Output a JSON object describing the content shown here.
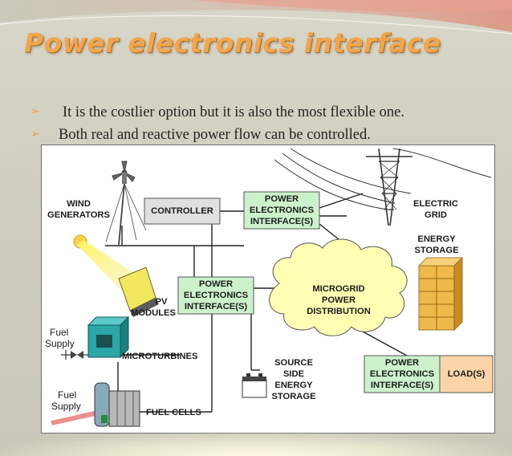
{
  "slide": {
    "title": "Power electronics interface",
    "bullets": [
      "It is the costlier option but it is also the most flexible one.",
      "Both real and reactive power flow can be controlled."
    ]
  },
  "diagram": {
    "wind_generators": [
      "WIND",
      "GENERATORS"
    ],
    "controller": "CONTROLLER",
    "pe_interface_top": [
      "POWER",
      "ELECTRONICS",
      "INTERFACE(S)"
    ],
    "electric_grid": [
      "ELECTRIC",
      "GRID"
    ],
    "energy_storage": [
      "ENERGY",
      "STORAGE"
    ],
    "pv_modules": [
      "PV",
      "MODULES"
    ],
    "pe_interface_mid": [
      "POWER",
      "ELECTRONICS",
      "INTERFACE(S)"
    ],
    "microgrid": [
      "MICROGRID",
      "POWER",
      "DISTRIBUTION"
    ],
    "fuel_supply_1": [
      "Fuel",
      "Supply"
    ],
    "microturbines": "MICROTURBINES",
    "source_side_storage": [
      "SOURCE",
      "SIDE",
      "ENERGY",
      "STORAGE"
    ],
    "pe_interface_right": [
      "POWER",
      "ELECTRONICS",
      "INTERFACE(S)"
    ],
    "load": "LOAD(S)",
    "fuel_supply_2": [
      "Fuel",
      "Supply"
    ],
    "fuel_cells": "FUEL CELLS"
  },
  "colors": {
    "title": "#f2a54a",
    "bullet_arrow": "#f0a040",
    "pe_box_fill": "#ccf2cc",
    "controller_fill": "#e0e0e0",
    "microgrid_cloud": "#ffffb4",
    "load_fill": "#fbd4a8",
    "battery_blocks": "#f0b84a",
    "turbine": "#2ba7a7"
  }
}
